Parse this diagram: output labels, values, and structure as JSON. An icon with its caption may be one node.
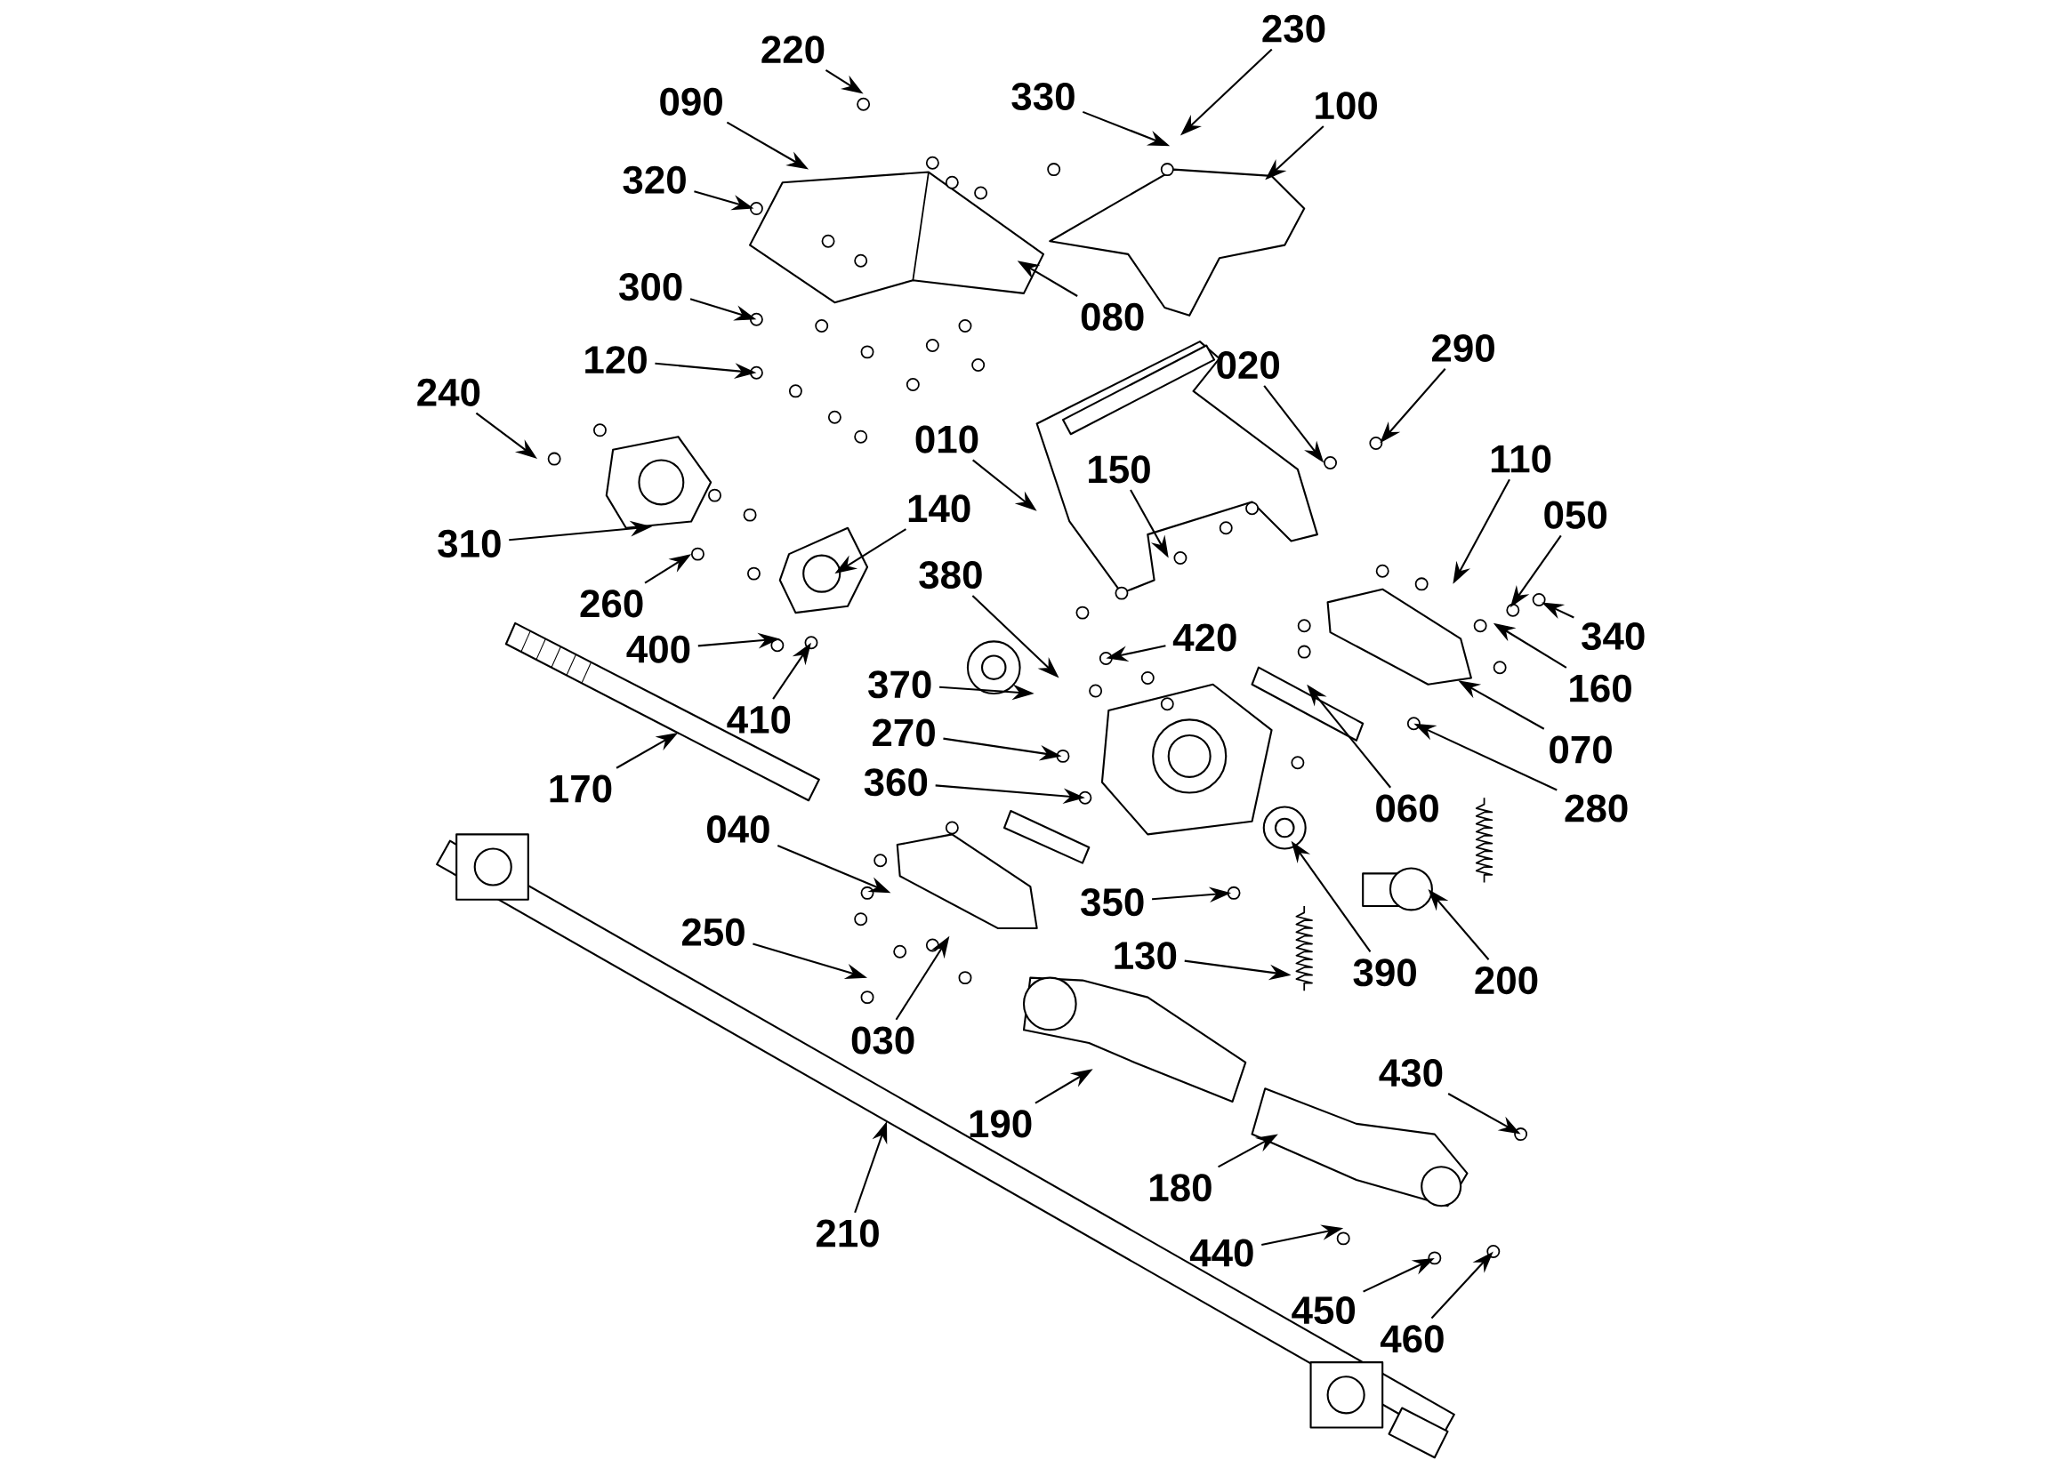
{
  "diagram": {
    "nodes": [
      {
        "text": [
          "220"
        ]
      },
      {
        "text": [
          "230"
        ]
      },
      {
        "text": [
          "330"
        ]
      },
      {
        "text": [
          "090"
        ]
      },
      {
        "text": [
          "100"
        ]
      },
      {
        "text": [
          "320"
        ]
      },
      {
        "text": [
          "300"
        ]
      },
      {
        "text": [
          "080"
        ]
      },
      {
        "text": [
          "120"
        ]
      },
      {
        "text": [
          "020"
        ]
      },
      {
        "text": [
          "290"
        ]
      },
      {
        "text": [
          "240"
        ]
      },
      {
        "text": [
          "010"
        ]
      },
      {
        "text": [
          "150"
        ]
      },
      {
        "text": [
          "110"
        ]
      },
      {
        "text": [
          "140"
        ]
      },
      {
        "text": [
          "050"
        ]
      },
      {
        "text": [
          "310"
        ]
      },
      {
        "text": [
          "380"
        ]
      },
      {
        "text": [
          "260"
        ]
      },
      {
        "text": [
          "420"
        ]
      },
      {
        "text": [
          "340"
        ]
      },
      {
        "text": [
          "400"
        ]
      },
      {
        "text": [
          "370"
        ]
      },
      {
        "text": [
          "160"
        ]
      },
      {
        "text": [
          "410"
        ]
      },
      {
        "text": [
          "270"
        ]
      },
      {
        "text": [
          "070"
        ]
      },
      {
        "text": [
          "360"
        ]
      },
      {
        "text": [
          "170"
        ]
      },
      {
        "text": [
          "060"
        ]
      },
      {
        "text": [
          "280"
        ]
      },
      {
        "text": [
          "040"
        ]
      },
      {
        "text": [
          "350"
        ]
      },
      {
        "text": [
          "250"
        ]
      },
      {
        "text": [
          "130"
        ]
      },
      {
        "text": [
          "390"
        ]
      },
      {
        "text": [
          "200"
        ]
      },
      {
        "text": [
          "030"
        ]
      },
      {
        "text": [
          "430"
        ]
      },
      {
        "text": [
          "190"
        ]
      },
      {
        "text": [
          "180"
        ]
      },
      {
        "text": [
          "210"
        ]
      },
      {
        "text": [
          "440"
        ]
      },
      {
        "text": [
          "450"
        ]
      },
      {
        "text": [
          "460"
        ]
      }
    ],
    "edges": [
      {
        "from": 0,
        "to": null,
        "arrow": "to"
      },
      {
        "from": 1,
        "to": null,
        "arrow": "to"
      },
      {
        "from": 2,
        "to": null,
        "arrow": "to"
      },
      {
        "from": 3,
        "to": null,
        "arrow": "to"
      },
      {
        "from": 4,
        "to": null,
        "arrow": "to"
      },
      {
        "from": 5,
        "to": null,
        "arrow": "to"
      },
      {
        "from": 6,
        "to": null,
        "arrow": "to"
      },
      {
        "from": 7,
        "to": null,
        "arrow": "to"
      },
      {
        "from": 8,
        "to": null,
        "arrow": "to"
      },
      {
        "from": 9,
        "to": null,
        "arrow": "to"
      },
      {
        "from": 10,
        "to": null,
        "arrow": "to"
      },
      {
        "from": 11,
        "to": null,
        "arrow": "to"
      },
      {
        "from": 12,
        "to": null,
        "arrow": "to"
      },
      {
        "from": 13,
        "to": null,
        "arrow": "to"
      },
      {
        "from": 14,
        "to": null,
        "arrow": "to"
      },
      {
        "from": 15,
        "to": null,
        "arrow": "to"
      },
      {
        "from": 16,
        "to": null,
        "arrow": "to"
      },
      {
        "from": 17,
        "to": null,
        "arrow": "to"
      },
      {
        "from": 18,
        "to": null,
        "arrow": "to"
      },
      {
        "from": 19,
        "to": null,
        "arrow": "to"
      },
      {
        "from": 20,
        "to": null,
        "arrow": "to"
      },
      {
        "from": 21,
        "to": null,
        "arrow": "to"
      },
      {
        "from": 22,
        "to": null,
        "arrow": "to"
      },
      {
        "from": 23,
        "to": null,
        "arrow": "to"
      },
      {
        "from": 24,
        "to": null,
        "arrow": "to"
      },
      {
        "from": 25,
        "to": null,
        "arrow": "to"
      },
      {
        "from": 26,
        "to": null,
        "arrow": "to"
      },
      {
        "from": 27,
        "to": null,
        "arrow": "to"
      },
      {
        "from": 28,
        "to": null,
        "arrow": "to"
      },
      {
        "from": 29,
        "to": null,
        "arrow": "to"
      },
      {
        "from": 30,
        "to": null,
        "arrow": "to"
      },
      {
        "from": 31,
        "to": null,
        "arrow": "to"
      },
      {
        "from": 32,
        "to": null,
        "arrow": "to"
      },
      {
        "from": 33,
        "to": null,
        "arrow": "to"
      },
      {
        "from": 34,
        "to": null,
        "arrow": "to"
      },
      {
        "from": 35,
        "to": null,
        "arrow": "to"
      },
      {
        "from": 36,
        "to": null,
        "arrow": "to"
      },
      {
        "from": 37,
        "to": null,
        "arrow": "to"
      },
      {
        "from": 38,
        "to": null,
        "arrow": "to"
      },
      {
        "from": 39,
        "to": null,
        "arrow": "to"
      },
      {
        "from": 40,
        "to": null,
        "arrow": "to"
      },
      {
        "from": 41,
        "to": null,
        "arrow": "to"
      },
      {
        "from": 42,
        "to": null,
        "arrow": "to"
      },
      {
        "from": 43,
        "to": null,
        "arrow": "to"
      },
      {
        "from": 44,
        "to": null,
        "arrow": "to"
      },
      {
        "from": 45,
        "to": null,
        "arrow": "to"
      }
    ]
  }
}
